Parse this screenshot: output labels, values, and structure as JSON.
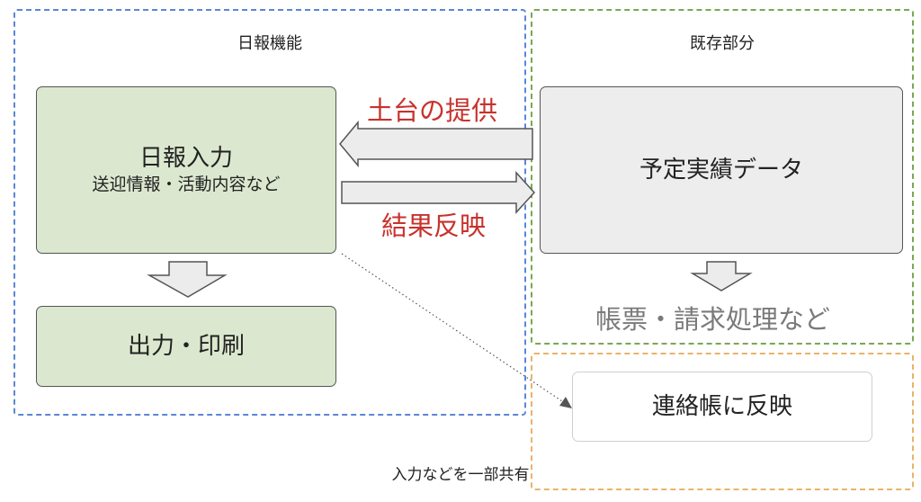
{
  "zones": {
    "daily_report": {
      "title": "日報機能"
    },
    "existing": {
      "title": "既存部分"
    }
  },
  "boxes": {
    "input": {
      "title": "日報入力",
      "subtitle": "送迎情報・活動内容など"
    },
    "output": {
      "title": "出力・印刷"
    },
    "plan_results": {
      "title": "予定実績データ"
    },
    "contact_book": {
      "title": "連絡帳に反映"
    }
  },
  "labels": {
    "provide_base": "土台の提供",
    "reflect_results": "結果反映",
    "misc": "帳票・請求処理など",
    "partial_share": "入力などを一部共有"
  },
  "colors": {
    "zone_blue": "#5b86d6",
    "zone_green": "#79a853",
    "zone_orange": "#e8b46a",
    "box_green": "#dbe8cf",
    "box_gray": "#ededed",
    "accent_red": "#c8322d"
  }
}
